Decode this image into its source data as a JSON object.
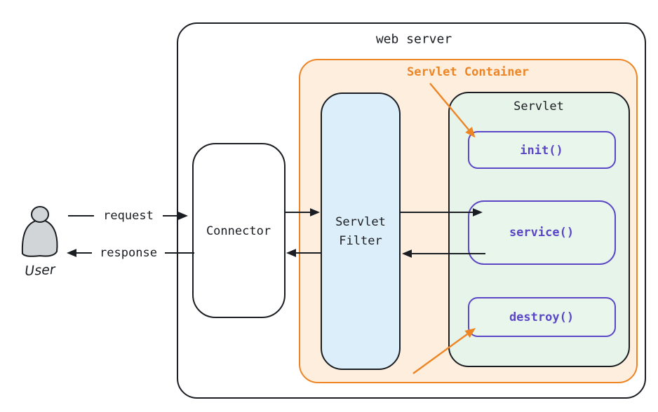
{
  "diagram": {
    "web_server": {
      "label": "web server"
    },
    "servlet_container": {
      "label": "Servlet Container"
    },
    "connector": {
      "label": "Connector"
    },
    "servlet_filter": {
      "line1": "Servlet",
      "line2": "Filter"
    },
    "servlet": {
      "label": "Servlet"
    },
    "lifecycle": [
      {
        "label": "init()"
      },
      {
        "label": "service()"
      },
      {
        "label": "destroy()"
      }
    ],
    "user": {
      "label": "User"
    },
    "flows": {
      "request": "request",
      "response": "response"
    },
    "colors": {
      "outline": "#1a1d21",
      "orange": "#ee8525",
      "orange_fill": "#fdeede",
      "blue_fill": "#ddeefb",
      "green_fill": "#e7f4ea",
      "purple": "#5b46c8",
      "user_gray": "#d2d5d7",
      "background": "#ffffff"
    }
  }
}
